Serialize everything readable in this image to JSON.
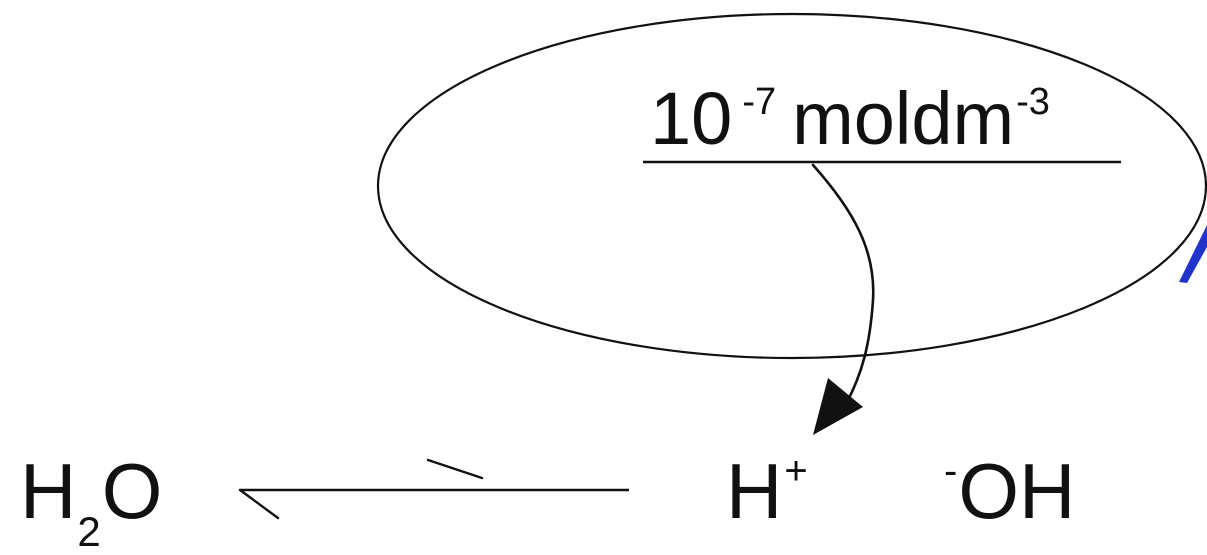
{
  "diagram": {
    "concentration": {
      "prefix": "10",
      "exponent_1": "-7",
      "unit": "moldm",
      "exponent_2": "-3"
    },
    "water": {
      "h": "H",
      "sub": "2",
      "o": "O"
    },
    "proton": {
      "base": "H",
      "charge": "+"
    },
    "hydroxide": {
      "charge": "-",
      "base": "OH"
    },
    "colors": {
      "line": "#111111",
      "accent": "#2233cc"
    }
  }
}
